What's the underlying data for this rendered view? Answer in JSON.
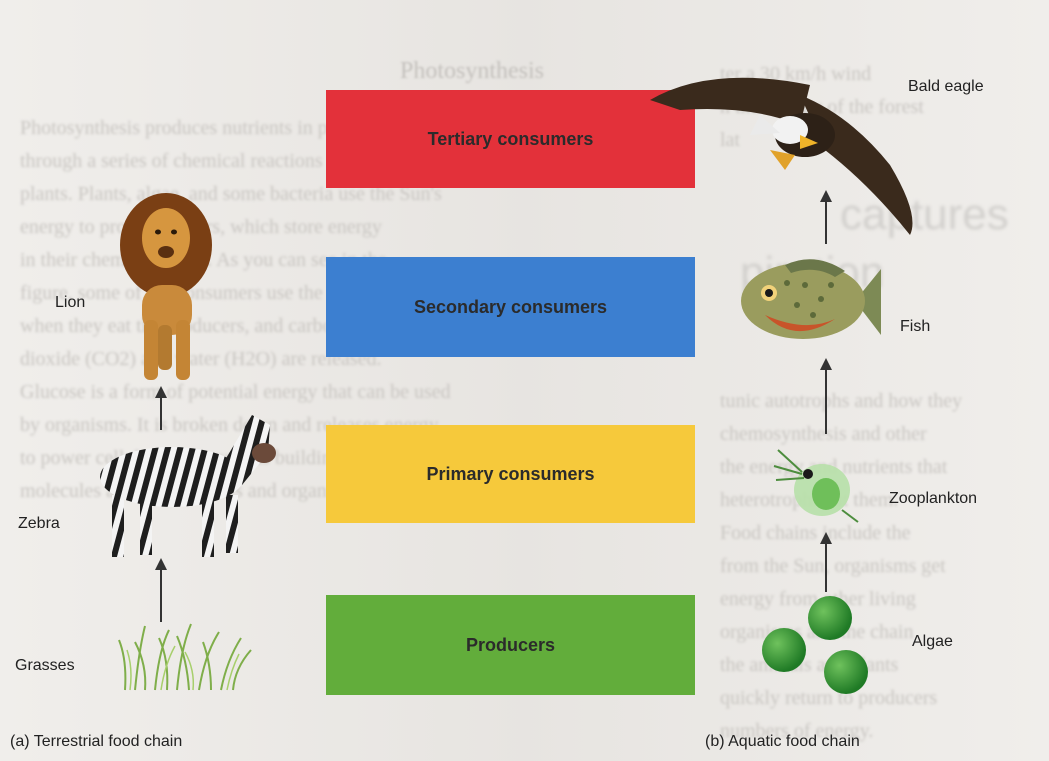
{
  "levels": {
    "tertiary": "Tertiary consumers",
    "secondary": "Secondary consumers",
    "primary": "Primary consumers",
    "producers": "Producers"
  },
  "terrestrial": {
    "caption": "(a) Terrestrial food chain",
    "organisms": [
      "Lion",
      "Zebra",
      "Grasses"
    ]
  },
  "aquatic": {
    "caption": "(b) Aquatic food chain",
    "organisms": [
      "Bald eagle",
      "Fish",
      "Zooplankton",
      "Algae"
    ]
  },
  "colors": {
    "tertiary": "#e3313a",
    "secondary": "#3c7fd0",
    "primary": "#f6c93b",
    "producers": "#62ad3b"
  },
  "icons": [
    "lion-icon",
    "zebra-icon",
    "grass-icon",
    "bald-eagle-icon",
    "fish-icon",
    "zooplankton-icon",
    "algae-icon"
  ]
}
